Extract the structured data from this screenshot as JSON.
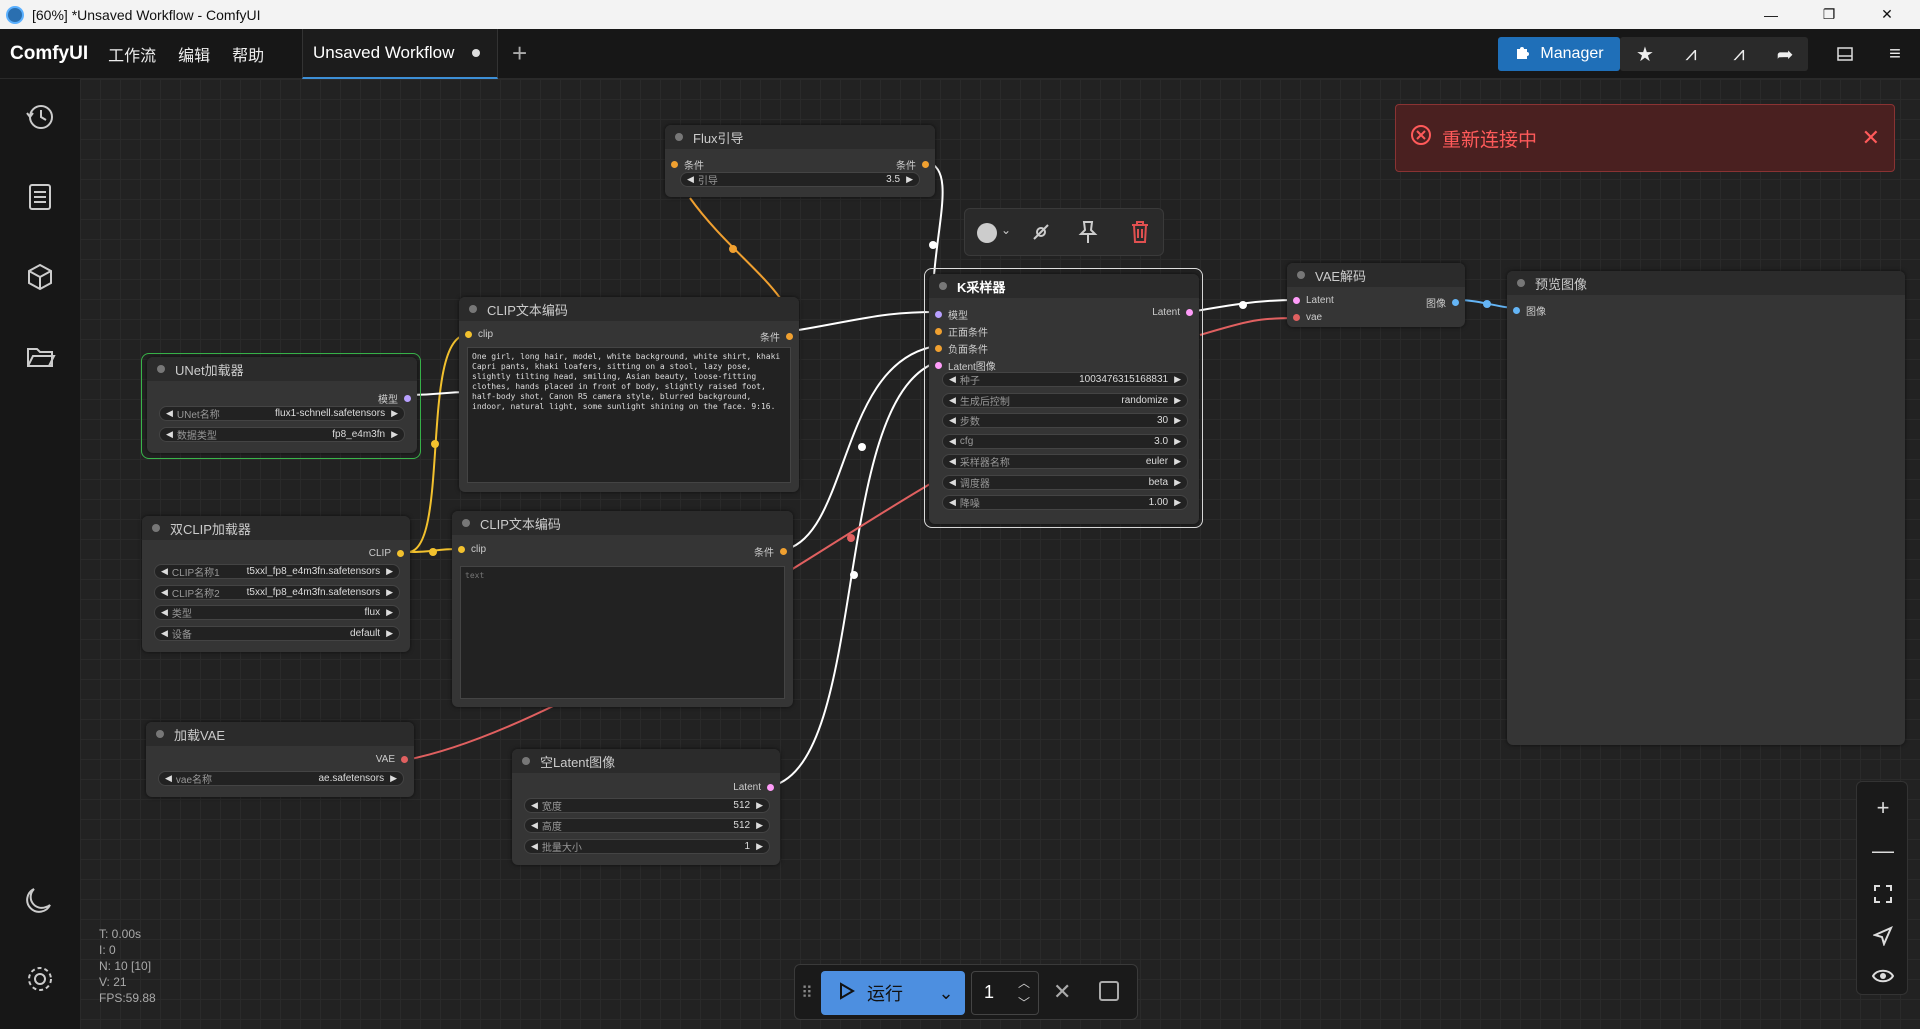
{
  "window": {
    "title": "[60%] *Unsaved Workflow - ComfyUI",
    "controls": [
      "—",
      "❐",
      "✕"
    ]
  },
  "menubar": {
    "logo": "ComfyUI",
    "menus": [
      "工作流",
      "编辑",
      "帮助"
    ],
    "tab_label": "Unsaved Workflow",
    "new_tab": "+",
    "manager_label": "Manager"
  },
  "toast": {
    "message": "重新连接中",
    "color": "#ff5a5a"
  },
  "nodes": {
    "flux_guide": {
      "title": "Flux引导",
      "input_label": "条件",
      "output_label": "条件",
      "widget_label": "引导",
      "widget_value": "3.5"
    },
    "clip_encode_1": {
      "title": "CLIP文本编码",
      "input_label": "clip",
      "output_label": "条件",
      "text": "One girl, long hair, model, white background, white shirt, khaki Capri pants, khaki loafers, sitting on a stool, lazy pose, slightly tilting head, smiling, Asian beauty, loose-fitting clothes, hands placed in front of body, slightly raised foot, half-body shot, Canon R5 camera style, blurred background, indoor, natural light, some sunlight shining on the face. 9:16."
    },
    "clip_encode_2": {
      "title": "CLIP文本编码",
      "input_label": "clip",
      "output_label": "条件",
      "text": "text"
    },
    "unet_loader": {
      "title": "UNet加载器",
      "output_label": "模型",
      "widgets": [
        {
          "label": "UNet名称",
          "value": "flux1-schnell.safetensors"
        },
        {
          "label": "数据类型",
          "value": "fp8_e4m3fn"
        }
      ]
    },
    "dual_clip": {
      "title": "双CLIP加载器",
      "output_label": "CLIP",
      "widgets": [
        {
          "label": "CLIP名称1",
          "value": "t5xxl_fp8_e4m3fn.safetensors"
        },
        {
          "label": "CLIP名称2",
          "value": "t5xxl_fp8_e4m3fn.safetensors"
        },
        {
          "label": "类型",
          "value": "flux"
        },
        {
          "label": "设备",
          "value": "default"
        }
      ]
    },
    "load_vae": {
      "title": "加载VAE",
      "output_label": "VAE",
      "widgets": [
        {
          "label": "vae名称",
          "value": "ae.safetensors"
        }
      ]
    },
    "empty_latent": {
      "title": "空Latent图像",
      "output_label": "Latent",
      "widgets": [
        {
          "label": "宽度",
          "value": "512"
        },
        {
          "label": "高度",
          "value": "512"
        },
        {
          "label": "批量大小",
          "value": "1"
        }
      ]
    },
    "ksampler": {
      "title": "K采样器",
      "output_label": "Latent",
      "inputs": [
        "模型",
        "正面条件",
        "负面条件",
        "Latent图像"
      ],
      "widgets": [
        {
          "label": "种子",
          "value": "1003476315168831"
        },
        {
          "label": "生成后控制",
          "value": "randomize"
        },
        {
          "label": "步数",
          "value": "30"
        },
        {
          "label": "cfg",
          "value": "3.0"
        },
        {
          "label": "采样器名称",
          "value": "euler"
        },
        {
          "label": "调度器",
          "value": "beta"
        },
        {
          "label": "降噪",
          "value": "1.00"
        }
      ]
    },
    "vae_decode": {
      "title": "VAE解码",
      "inputs": [
        "Latent",
        "vae"
      ],
      "output_label": "图像"
    },
    "preview": {
      "title": "预览图像",
      "input_label": "图像"
    }
  },
  "stats": {
    "t": "T: 0.00s",
    "i": "I: 0",
    "n": "N: 10 [10]",
    "v": "V: 21",
    "fps": "FPS:59.88"
  },
  "runbar": {
    "run_label": "运行",
    "batch_count": "1"
  },
  "colors": {
    "accent": "#1f6fb8",
    "run_button": "#4d8fe0",
    "clip_link": "#f2c12e",
    "vae_link": "#e06060",
    "cond_link": "#f0a030",
    "model_link": "#b8a0ff",
    "latent_link": "#ff9cf9",
    "image_link": "#64b5f6"
  }
}
